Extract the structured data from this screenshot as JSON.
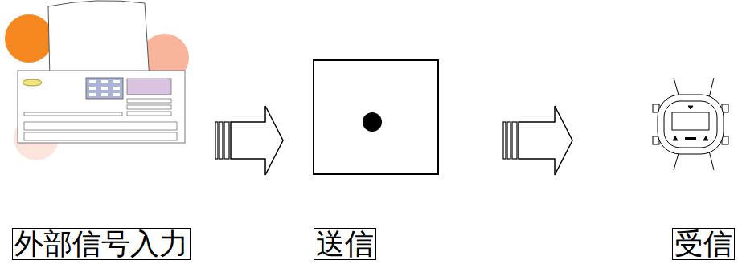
{
  "diagram": {
    "nodes": [
      {
        "text": [
          "外部信号入力"
        ]
      },
      {
        "text": [
          "送信"
        ]
      },
      {
        "text": [
          "受信"
        ]
      }
    ],
    "edges": [
      {
        "from": 0,
        "to": 1,
        "arrow": "to"
      },
      {
        "from": 1,
        "to": 2,
        "arrow": "to"
      }
    ]
  }
}
